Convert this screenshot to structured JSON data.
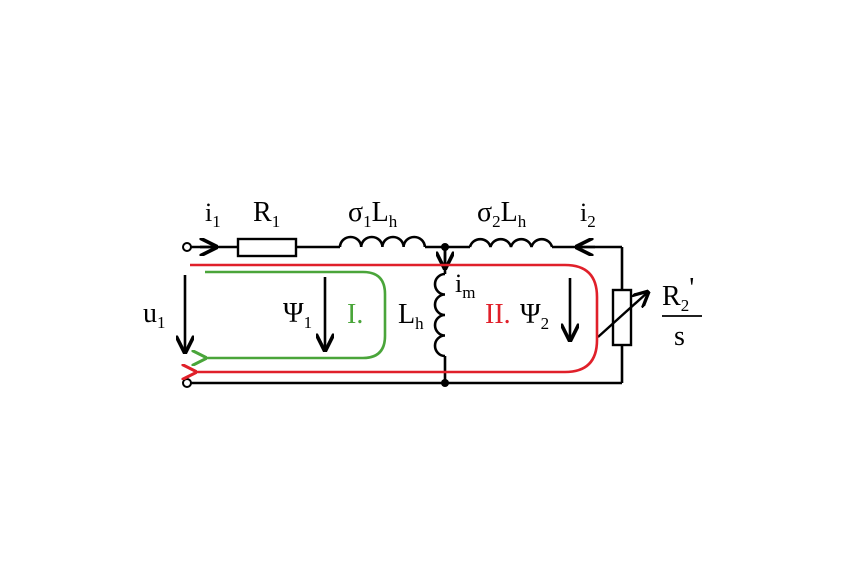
{
  "labels": {
    "i1": "i",
    "i1_sub": "1",
    "R1": "R",
    "R1_sub": "1",
    "s1Lh_sigma": "σ",
    "s1Lh_sub1": "1",
    "s1Lh_L": "L",
    "s1Lh_sub2": "h",
    "s2Lh_sigma": "σ",
    "s2Lh_sub1": "2",
    "s2Lh_L": "L",
    "s2Lh_sub2": "h",
    "i2": "i",
    "i2_sub": "2",
    "u1": "u",
    "u1_sub": "1",
    "psi1": "Ψ",
    "psi1_sub": "1",
    "loop1": "I.",
    "Lh": "L",
    "Lh_sub": "h",
    "im": "i",
    "im_sub": "m",
    "loop2": "II.",
    "psi2": "Ψ",
    "psi2_sub": "2",
    "R2": "R",
    "R2_sub": "2",
    "R2_prime": "'",
    "s": "s"
  },
  "colors": {
    "loop1": "#4aa53a",
    "loop2": "#e0202a",
    "wire": "#000000"
  }
}
